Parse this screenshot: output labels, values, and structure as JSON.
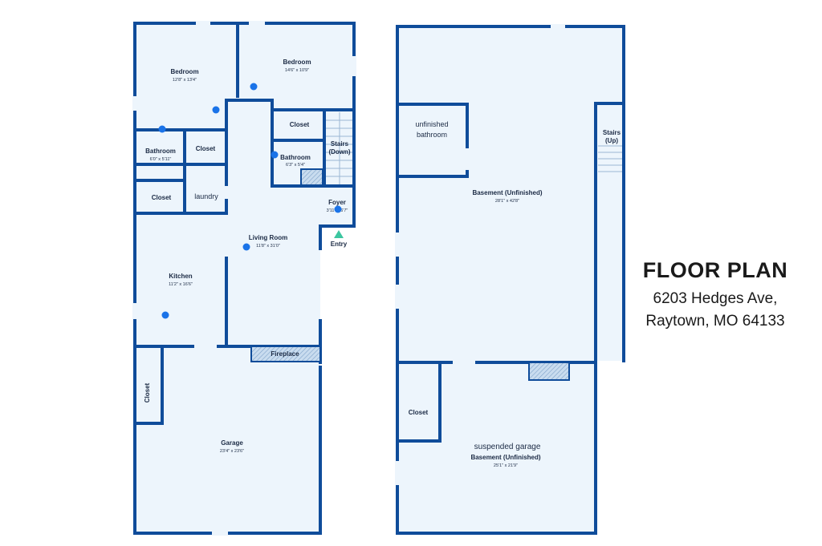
{
  "title": {
    "heading": "FLOOR PLAN",
    "address_line1": "6203 Hedges Ave,",
    "address_line2": "Raytown, MO 64133"
  },
  "main_floor": {
    "bedroom_1": {
      "name": "Bedroom",
      "dims": "12'8\" x 13'4\""
    },
    "bedroom_2": {
      "name": "Bedroom",
      "dims": "14'6\" x 10'9\""
    },
    "closet_1": {
      "name": "Closet"
    },
    "stairs_down": {
      "line1": "Stairs",
      "line2": "(Down)"
    },
    "bathroom_1": {
      "name": "Bathroom",
      "dims": "6'0\" x 5'11\""
    },
    "closet_2": {
      "name": "Closet"
    },
    "bathroom_2": {
      "name": "Bathroom",
      "dims": "6'3\" x 5'4\""
    },
    "closet_3": {
      "name": "Closet"
    },
    "laundry": {
      "name": "laundry"
    },
    "foyer": {
      "name": "Foyer",
      "dims": "3'11\" x 6'7\""
    },
    "entry": {
      "name": "Entry"
    },
    "living_room": {
      "name": "Living Room",
      "dims": "11'8\" x 31'0\""
    },
    "kitchen": {
      "name": "Kitchen",
      "dims": "11'2\" x 16'6\""
    },
    "fireplace": {
      "name": "Fireplace"
    },
    "closet_4": {
      "name": "Closet"
    },
    "garage": {
      "name": "Garage",
      "dims": "23'4\" x 23'6\""
    }
  },
  "basement": {
    "unfinished_bathroom": {
      "line1": "unfinished",
      "line2": "bathroom"
    },
    "stairs_up": {
      "line1": "Stairs",
      "line2": "(Up)"
    },
    "basement_1": {
      "name": "Basement (Unfinished)",
      "dims": "28'1\" x 42'8\""
    },
    "closet": {
      "name": "Closet"
    },
    "suspended_garage": {
      "name": "suspended garage"
    },
    "basement_2": {
      "name": "Basement (Unfinished)",
      "dims": "25'1\" x 21'9\""
    }
  },
  "colors": {
    "wall": "#0f4c9a",
    "floor": "#edf5fc",
    "marker": "#1a73e8",
    "entry_marker": "#3cc6a0"
  },
  "icons": {
    "photo_marker": "camera-position-dot",
    "entry_marker": "entry-triangle"
  }
}
